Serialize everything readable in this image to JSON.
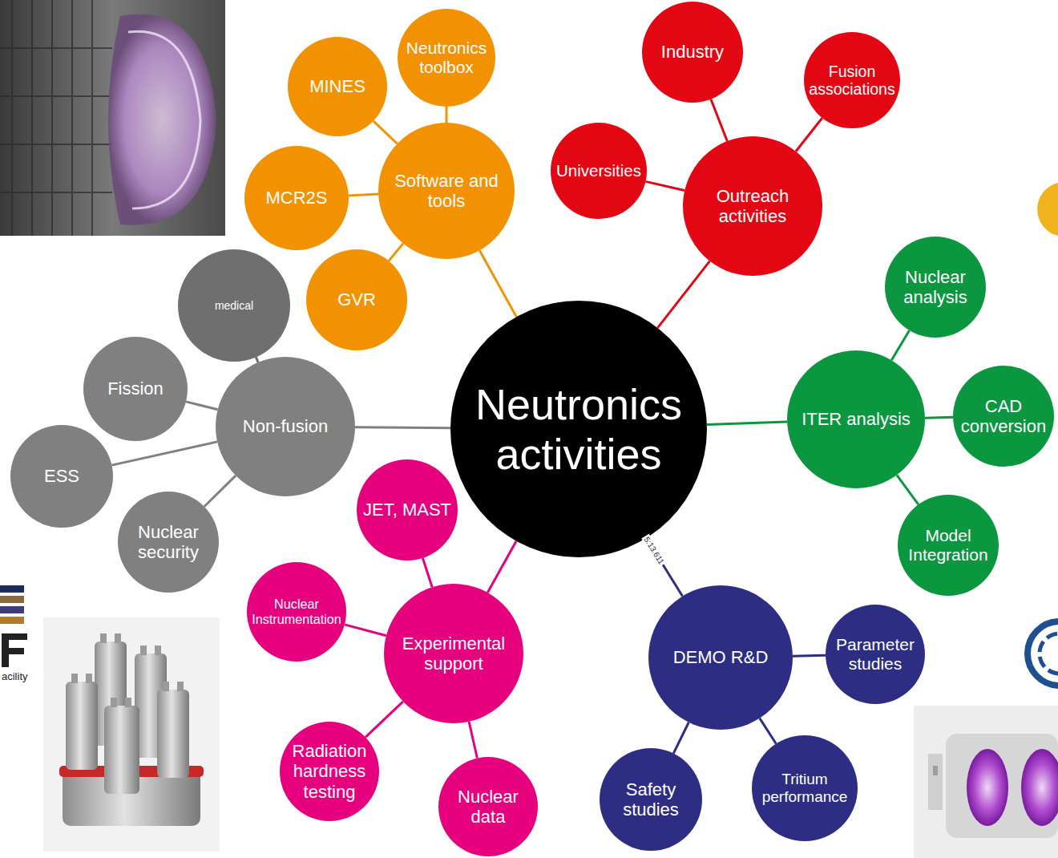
{
  "diagram": {
    "nodes": [
      {
        "text": [
          "Neutronics activities"
        ]
      },
      {
        "text": [
          "Software and tools"
        ]
      },
      {
        "text": [
          "MINES"
        ]
      },
      {
        "text": [
          "Neutronics toolbox"
        ]
      },
      {
        "text": [
          "MCR2S"
        ]
      },
      {
        "text": [
          "GVR"
        ]
      },
      {
        "text": [
          "Outreach activities"
        ]
      },
      {
        "text": [
          "Universities"
        ]
      },
      {
        "text": [
          "Industry"
        ]
      },
      {
        "text": [
          "Fusion associations"
        ]
      },
      {
        "text": [
          "ITER analysis"
        ]
      },
      {
        "text": [
          "Nuclear analysis"
        ]
      },
      {
        "text": [
          "CAD conversion"
        ]
      },
      {
        "text": [
          "Model Integration"
        ]
      },
      {
        "text": [
          "DEMO R&D"
        ]
      },
      {
        "text": [
          "Parameter studies"
        ]
      },
      {
        "text": [
          "Tritium performance"
        ]
      },
      {
        "text": [
          "Safety studies"
        ]
      },
      {
        "text": [
          "Experimental support"
        ]
      },
      {
        "text": [
          "JET, MAST"
        ]
      },
      {
        "text": [
          "Nuclear Instrumentation"
        ]
      },
      {
        "text": [
          "Radiation hardness testing"
        ]
      },
      {
        "text": [
          "Nuclear data"
        ]
      },
      {
        "text": [
          "Non-fusion"
        ]
      },
      {
        "text": [
          "medical"
        ]
      },
      {
        "text": [
          "Fission"
        ]
      },
      {
        "text": [
          "ESS"
        ]
      },
      {
        "text": [
          "Nuclear security"
        ]
      }
    ],
    "edges": [
      {
        "from": 0,
        "to": 1,
        "arrow": "none"
      },
      {
        "from": 1,
        "to": 2,
        "arrow": "none"
      },
      {
        "from": 1,
        "to": 3,
        "arrow": "none"
      },
      {
        "from": 1,
        "to": 4,
        "arrow": "none"
      },
      {
        "from": 1,
        "to": 5,
        "arrow": "none"
      },
      {
        "from": 0,
        "to": 6,
        "arrow": "none"
      },
      {
        "from": 6,
        "to": 7,
        "arrow": "none"
      },
      {
        "from": 6,
        "to": 8,
        "arrow": "none"
      },
      {
        "from": 6,
        "to": 9,
        "arrow": "none"
      },
      {
        "from": 0,
        "to": 10,
        "arrow": "none"
      },
      {
        "from": 10,
        "to": 11,
        "arrow": "none"
      },
      {
        "from": 10,
        "to": 12,
        "arrow": "none"
      },
      {
        "from": 10,
        "to": 13,
        "arrow": "none"
      },
      {
        "from": 0,
        "to": 14,
        "label": "5:13.611",
        "arrow": "none"
      },
      {
        "from": 14,
        "to": 15,
        "arrow": "none"
      },
      {
        "from": 14,
        "to": 16,
        "arrow": "none"
      },
      {
        "from": 14,
        "to": 17,
        "arrow": "none"
      },
      {
        "from": 0,
        "to": 18,
        "arrow": "none"
      },
      {
        "from": 18,
        "to": 19,
        "arrow": "none"
      },
      {
        "from": 18,
        "to": 20,
        "arrow": "none"
      },
      {
        "from": 18,
        "to": 21,
        "arrow": "none"
      },
      {
        "from": 18,
        "to": 22,
        "arrow": "none"
      },
      {
        "from": 0,
        "to": 23,
        "arrow": "none"
      },
      {
        "from": 23,
        "to": 24,
        "arrow": "none"
      },
      {
        "from": 23,
        "to": 25,
        "arrow": "none"
      },
      {
        "from": 23,
        "to": 26,
        "arrow": "none"
      },
      {
        "from": 23,
        "to": 27,
        "arrow": "none"
      }
    ],
    "labels": [
      "acility"
    ]
  }
}
